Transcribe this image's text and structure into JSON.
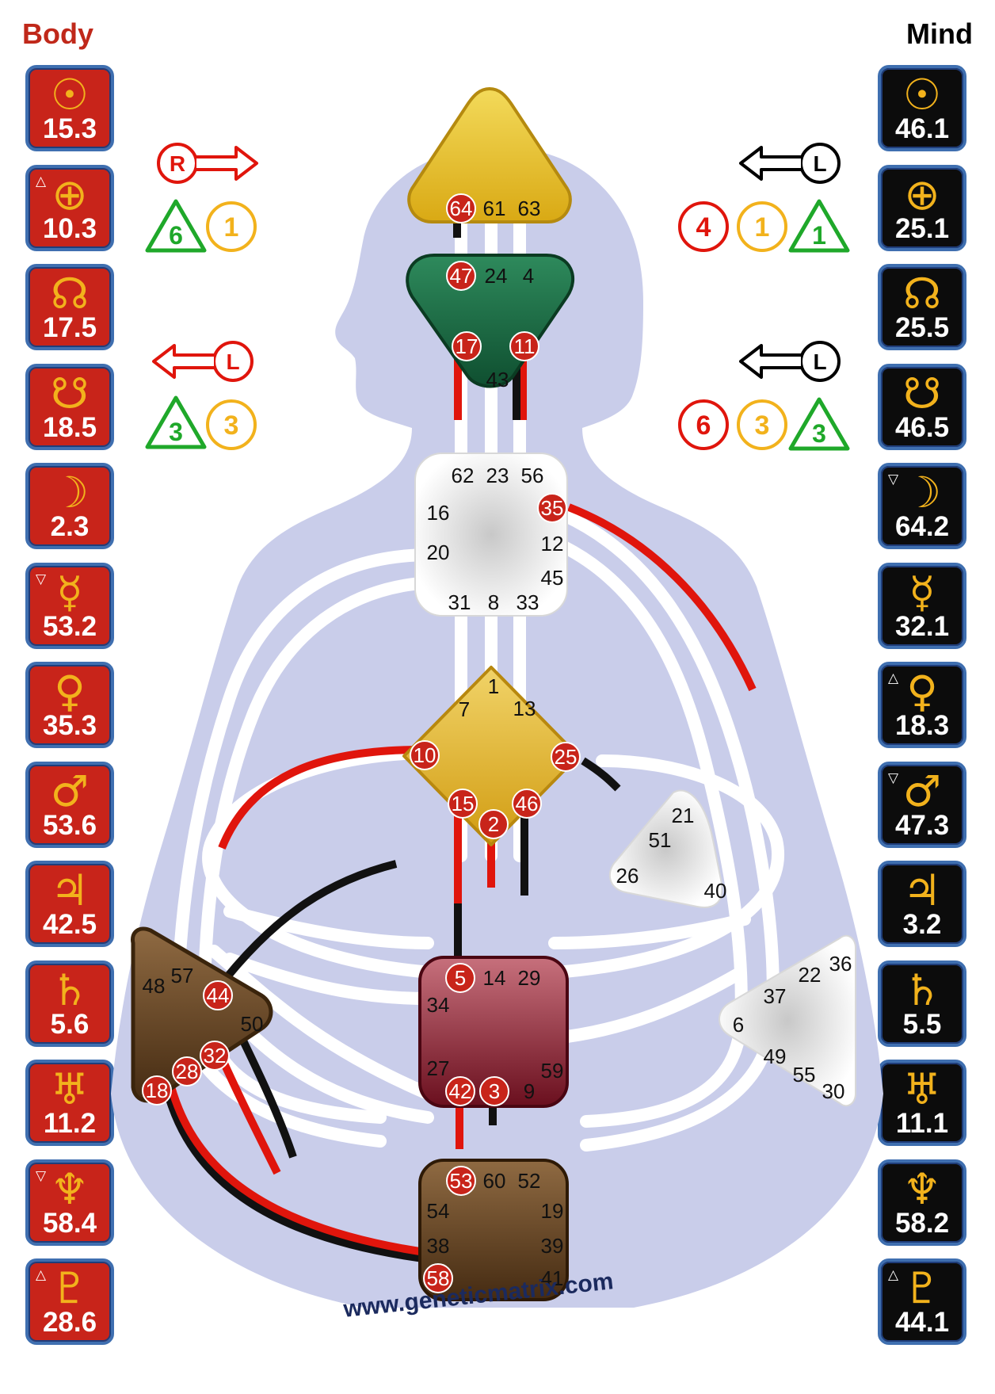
{
  "headers": {
    "body": "Body",
    "mind": "Mind"
  },
  "body_planets": [
    {
      "name": "sun-icon",
      "symbol": "☉",
      "fix": "",
      "value": "15.3"
    },
    {
      "name": "earth-icon",
      "symbol": "⊕",
      "fix": "△",
      "value": "10.3"
    },
    {
      "name": "north-node-icon",
      "symbol": "☊",
      "fix": "",
      "value": "17.5"
    },
    {
      "name": "south-node-icon",
      "symbol": "☋",
      "fix": "",
      "value": "18.5"
    },
    {
      "name": "moon-icon",
      "symbol": "☽",
      "fix": "",
      "value": "2.3"
    },
    {
      "name": "mercury-icon",
      "symbol": "☿",
      "fix": "▽",
      "value": "53.2"
    },
    {
      "name": "venus-icon",
      "symbol": "♀",
      "fix": "",
      "value": "35.3"
    },
    {
      "name": "mars-icon",
      "symbol": "♂",
      "fix": "",
      "value": "53.6"
    },
    {
      "name": "jupiter-icon",
      "symbol": "♃",
      "fix": "",
      "value": "42.5"
    },
    {
      "name": "saturn-icon",
      "symbol": "♄",
      "fix": "",
      "value": "5.6"
    },
    {
      "name": "uranus-icon",
      "symbol": "♅",
      "fix": "",
      "value": "11.2"
    },
    {
      "name": "neptune-icon",
      "symbol": "♆",
      "fix": "▽",
      "value": "58.4"
    },
    {
      "name": "pluto-icon",
      "symbol": "♇",
      "fix": "△",
      "value": "28.6"
    }
  ],
  "mind_planets": [
    {
      "name": "sun-icon",
      "symbol": "☉",
      "fix": "",
      "value": "46.1"
    },
    {
      "name": "earth-icon",
      "symbol": "⊕",
      "fix": "",
      "value": "25.1"
    },
    {
      "name": "north-node-icon",
      "symbol": "☊",
      "fix": "",
      "value": "25.5"
    },
    {
      "name": "south-node-icon",
      "symbol": "☋",
      "fix": "",
      "value": "46.5"
    },
    {
      "name": "moon-icon",
      "symbol": "☽",
      "fix": "▽",
      "value": "64.2"
    },
    {
      "name": "mercury-icon",
      "symbol": "☿",
      "fix": "",
      "value": "32.1"
    },
    {
      "name": "venus-icon",
      "symbol": "♀",
      "fix": "△",
      "value": "18.3"
    },
    {
      "name": "mars-icon",
      "symbol": "♂",
      "fix": "▽",
      "value": "47.3"
    },
    {
      "name": "jupiter-icon",
      "symbol": "♃",
      "fix": "",
      "value": "3.2"
    },
    {
      "name": "saturn-icon",
      "symbol": "♄",
      "fix": "",
      "value": "5.5"
    },
    {
      "name": "uranus-icon",
      "symbol": "♅",
      "fix": "",
      "value": "11.1"
    },
    {
      "name": "neptune-icon",
      "symbol": "♆",
      "fix": "",
      "value": "58.2"
    },
    {
      "name": "pluto-icon",
      "symbol": "♇",
      "fix": "△",
      "value": "44.1"
    }
  ],
  "variables": {
    "body_top": {
      "arrow": "R",
      "green": "6",
      "orange": "1"
    },
    "body_bottom": {
      "arrow": "L",
      "green": "3",
      "orange": "3"
    },
    "mind_top": {
      "arrow": "L",
      "red": "4",
      "orange": "1",
      "green": "1"
    },
    "mind_bottom": {
      "arrow": "L",
      "red": "6",
      "orange": "3",
      "green": "3"
    }
  },
  "gates": {
    "head": [
      "64",
      "61",
      "63"
    ],
    "ajna": [
      "47",
      "24",
      "4",
      "17",
      "11",
      "43"
    ],
    "throat": [
      "62",
      "23",
      "56",
      "16",
      "35",
      "20",
      "12",
      "45",
      "31",
      "8",
      "33"
    ],
    "g": [
      "1",
      "7",
      "13",
      "10",
      "25",
      "15",
      "46",
      "2"
    ],
    "heart": [
      "21",
      "51",
      "26",
      "40"
    ],
    "sacral": [
      "5",
      "14",
      "29",
      "34",
      "27",
      "59",
      "42",
      "3",
      "9"
    ],
    "spleen": [
      "48",
      "57",
      "44",
      "50",
      "32",
      "28",
      "18"
    ],
    "solar_plexus": [
      "36",
      "22",
      "37",
      "6",
      "49",
      "55",
      "30"
    ],
    "root": [
      "53",
      "60",
      "52",
      "54",
      "19",
      "38",
      "39",
      "58",
      "41"
    ]
  },
  "website": "www.geneticmatrix.com"
}
